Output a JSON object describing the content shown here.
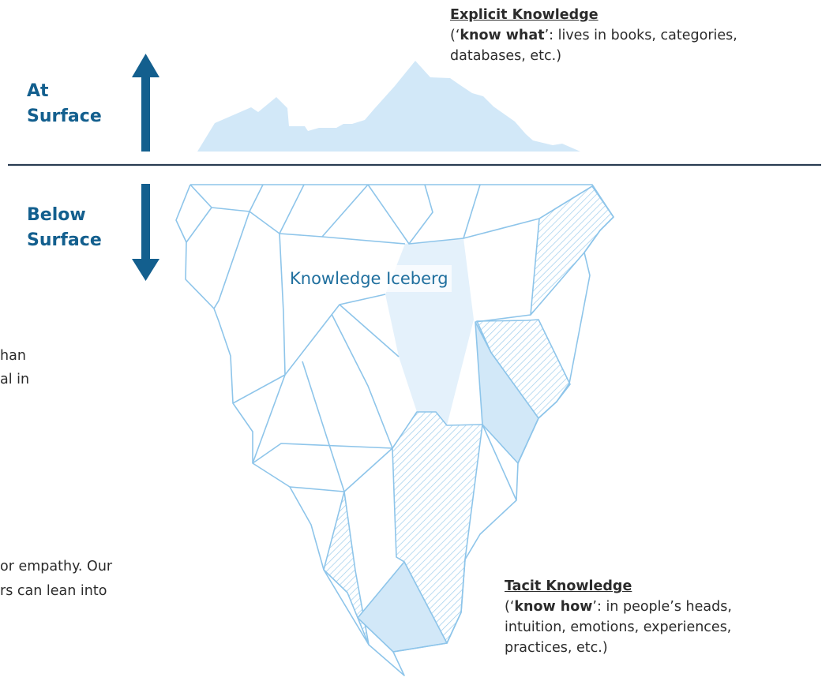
{
  "surface_labels": {
    "at_surface_line1": "At",
    "at_surface_line2": "Surface",
    "below_surface_line1": "Below",
    "below_surface_line2": "Surface"
  },
  "explicit": {
    "title": "Explicit Knowledge",
    "open": "(‘",
    "bold": "know what",
    "rest_line1": "’: lives in books, categories,",
    "line2": "databases, etc.)"
  },
  "tacit": {
    "title": "Tacit Knowledge",
    "open": "(‘",
    "bold": "know how",
    "rest_line1": "’: in people’s heads,",
    "line2": "intuition, emotions, experiences,",
    "line3": "practices, etc.)"
  },
  "iceberg_label": "Knowledge Iceberg",
  "cut_off_text": {
    "line1": "han",
    "line2": "al in",
    "line3": "or empathy. Our",
    "line4": "rs  can  lean  into"
  },
  "colors": {
    "arrow": "#135f8e",
    "iceberg_stroke": "#8ec5ea",
    "iceberg_fill": "#d2e8f8",
    "iceberg_light": "#e4f1fb",
    "waterline": "#2a3d52"
  }
}
